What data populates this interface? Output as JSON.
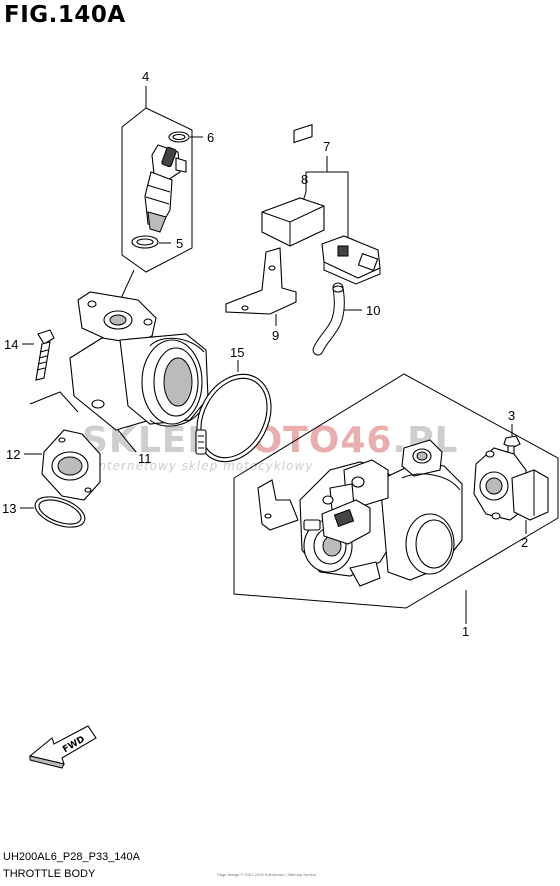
{
  "figure": {
    "title": "FIG.140A",
    "model_code": "UH200AL6_P28_P33_140A",
    "section_title": "THROTTLE BODY",
    "tiny_note": "Page design © 2007-2016 Solidworks / Sitemap Service"
  },
  "watermark": {
    "brand_gray": "SKLEP",
    "brand_red": "MOTO46",
    "brand_gray_suffix": ".PL",
    "tagline": "internetowy sklep motocyklowy"
  },
  "callouts": [
    {
      "id": "1",
      "label": "1"
    },
    {
      "id": "2",
      "label": "2"
    },
    {
      "id": "3",
      "label": "3"
    },
    {
      "id": "4",
      "label": "4"
    },
    {
      "id": "5",
      "label": "5"
    },
    {
      "id": "6",
      "label": "6"
    },
    {
      "id": "7",
      "label": "7"
    },
    {
      "id": "8",
      "label": "8"
    },
    {
      "id": "9",
      "label": "9"
    },
    {
      "id": "10",
      "label": "10"
    },
    {
      "id": "11",
      "label": "11"
    },
    {
      "id": "12",
      "label": "12"
    },
    {
      "id": "13",
      "label": "13"
    },
    {
      "id": "14",
      "label": "14"
    },
    {
      "id": "15",
      "label": "15"
    }
  ],
  "direction_arrow": {
    "label": "FWD"
  },
  "colors": {
    "watermark_gray": "#c9c9c9",
    "watermark_red": "#e8a6a6"
  }
}
